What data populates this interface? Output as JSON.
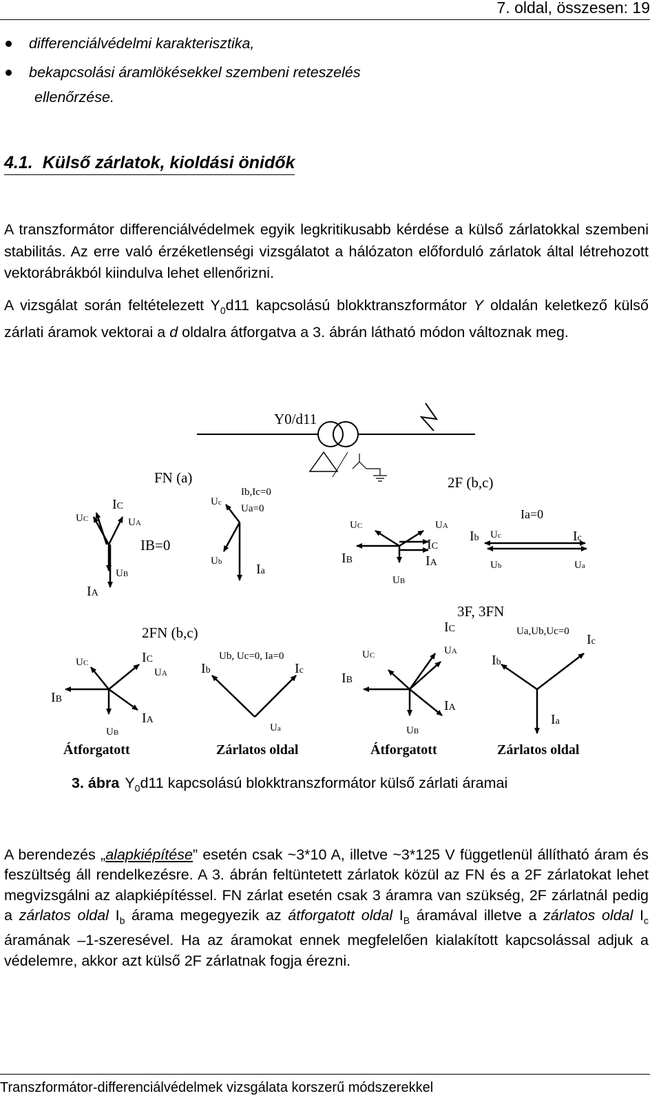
{
  "header": {
    "page_info": "7. oldal, összesen: 19"
  },
  "bullets": [
    "differenciálvédelmi karakterisztika,",
    "bekapcsolási áramlökésekkel szembeni reteszelés",
    "ellenőrzése."
  ],
  "section": {
    "number": "4.1.",
    "title": "Külső zárlatok, kioldási önidők"
  },
  "paragraph1": "A transzformátor differenciálvédelmek egyik legkritikusabb kérdése a külső zárlatokkal szembeni stabilitás. Az erre való érzéketlenségi vizsgálatot a hálózaton előforduló zárlatok által létrehozott vektorábrákból kiindulva lehet ellenőrizni.",
  "paragraph2": {
    "a": "A vizsgálat során feltételezett Y",
    "sub": "0",
    "b": "d11 kapcsolású blokktranszformátor ",
    "y": "Y",
    "c": " oldalán keletkező külső zárlati áramok vektorai a ",
    "d": "d",
    "e": " oldalra átforgatva a 3. ábrán látható módon változnak meg."
  },
  "figure": {
    "transformer": "Y0/d11",
    "cases": [
      "FN (a)",
      "2F (b,c)",
      "2FN (b,c)",
      "3F, 3FN"
    ],
    "conditions": [
      "Ib,Ic=0",
      "Ua=0",
      "Ia=0",
      "Ub, Uc=0, Ia=0",
      "Ua,Ub,Uc=0",
      "IB=0"
    ],
    "bottom_labels": [
      "Átforgatott",
      "Zárlatos oldal",
      "Átforgatott",
      "Zárlatos oldal"
    ]
  },
  "caption": {
    "label": "3. ábra",
    "text_a": "Y",
    "sub": "0",
    "text_b": "d11 kapcsolású blokktranszformátor külső zárlati áramai"
  },
  "paragraph3": {
    "t1": "A berendezés „",
    "t2": "alapkiépítése",
    "t3": "” esetén csak ~3*10 A, illetve ~3*125 V függetlenül állítható áram és feszültség áll rendelkezésre. A 3. ábrán feltüntetett zárlatok közül az FN és a 2F zárlatokat lehet megvizsgálni az alapkiépítéssel. FN zárlat esetén csak 3 áramra van szükség, 2F zárlatnál pedig a ",
    "t4": "zárlatos oldal",
    "t5": " I",
    "t5sub": "b",
    "t6": " árama megegyezik az ",
    "t7": "átforgatott oldal",
    "t8": " I",
    "t8sub": "B",
    "t9": " áramával illetve a ",
    "t10": "zárlatos oldal",
    "t11": " I",
    "t11sub": "c",
    "t12": " áramának –1-szeresével. Ha az áramokat ennek megfelelően kialakított kapcsolással adjuk a védelemre, akkor azt külső 2F zárlatnak fogja érezni."
  },
  "footer": {
    "text": "Transzformátor-differenciálvédelmek vizsgálata korszerű módszerekkel"
  }
}
